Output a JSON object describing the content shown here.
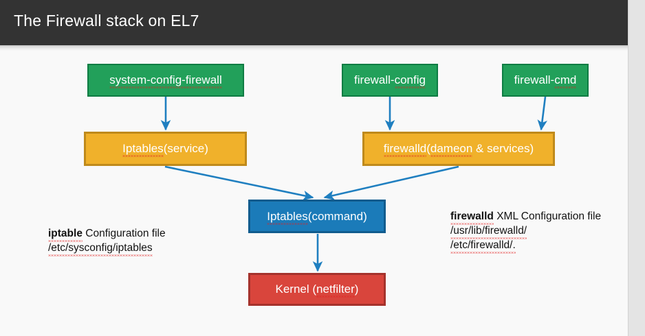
{
  "header": {
    "title": "The Firewall stack on EL7"
  },
  "diagram": {
    "type": "flowchart",
    "colors": {
      "green_fill": "#22A05A",
      "green_border": "#0E7C43",
      "orange_fill": "#F0B12B",
      "orange_border": "#BF8A1C",
      "blue_fill": "#1B7BB9",
      "blue_border": "#115C8E",
      "red_fill": "#D9453C",
      "red_border": "#A5322C",
      "arrow": "#1F7FC0",
      "header_bg": "#333333",
      "page_bg": "#F9F9F9"
    },
    "nodes": [
      {
        "id": "system-config-firewall",
        "label": "system-config-firewall",
        "tier": "tools",
        "color": "green"
      },
      {
        "id": "firewall-config",
        "label": "firewall-config",
        "tier": "tools",
        "color": "green"
      },
      {
        "id": "firewall-cmd",
        "label": "firewall-cmd",
        "tier": "tools",
        "color": "green"
      },
      {
        "id": "iptables-service",
        "label": "Iptables(service)",
        "tier": "service",
        "color": "orange"
      },
      {
        "id": "firewalld-daemon",
        "label": "firewalld(dameon & services)",
        "tier": "service",
        "color": "orange"
      },
      {
        "id": "iptables-command",
        "label": "Iptables(command)",
        "tier": "command",
        "color": "blue"
      },
      {
        "id": "kernel-netfilter",
        "label": "Kernel (netfilter)",
        "tier": "kernel",
        "color": "red"
      }
    ],
    "edges": [
      {
        "from": "system-config-firewall",
        "to": "iptables-service"
      },
      {
        "from": "firewall-config",
        "to": "firewalld-daemon"
      },
      {
        "from": "firewall-cmd",
        "to": "firewalld-daemon"
      },
      {
        "from": "iptables-service",
        "to": "iptables-command"
      },
      {
        "from": "firewalld-daemon",
        "to": "iptables-command"
      },
      {
        "from": "iptables-command",
        "to": "kernel-netfilter"
      }
    ]
  },
  "notes": {
    "left": {
      "bold": "iptable",
      "line1_rest": " Configuration file",
      "line2": "/etc/sysconfig/iptables"
    },
    "right": {
      "bold": "firewalld",
      "line1_rest": " XML Configuration file",
      "line2": "/usr/lib/firewalld/",
      "line3": "/etc/firewalld/."
    }
  }
}
